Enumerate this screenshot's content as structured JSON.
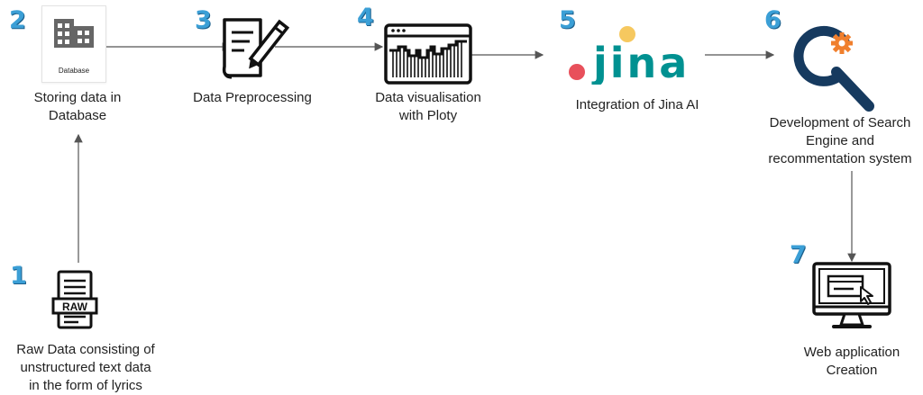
{
  "steps": [
    {
      "number": "1",
      "label_lines": [
        "Raw Data consisting of",
        "unstructured text data",
        "in the form of lyrics"
      ],
      "icon": "raw-file-icon",
      "icon_text": "RAW"
    },
    {
      "number": "2",
      "label_lines": [
        "Storing data in",
        "Database"
      ],
      "icon": "database-building-icon",
      "icon_caption": "Database"
    },
    {
      "number": "3",
      "label_lines": [
        "Data Preprocessing"
      ],
      "icon": "document-pen-icon"
    },
    {
      "number": "4",
      "label_lines": [
        "Data visualisation",
        "with Ploty"
      ],
      "icon": "chart-window-icon"
    },
    {
      "number": "5",
      "label_lines": [
        "Integration of Jina AI"
      ],
      "icon": "jina-logo",
      "logo_text": "jina"
    },
    {
      "number": "6",
      "label_lines": [
        "Development of Search",
        "Engine and",
        "recommentation system"
      ],
      "icon": "search-gear-icon"
    },
    {
      "number": "7",
      "label_lines": [
        "Web application",
        "Creation"
      ],
      "icon": "monitor-cursor-icon"
    }
  ],
  "colors": {
    "number": "#3b9fd6",
    "arrow": "#555555",
    "jina_red": "#e8505b",
    "jina_yellow": "#f6c85f",
    "jina_teal": "#009191",
    "search_navy": "#163a5f",
    "gear_orange": "#f07f2d"
  }
}
